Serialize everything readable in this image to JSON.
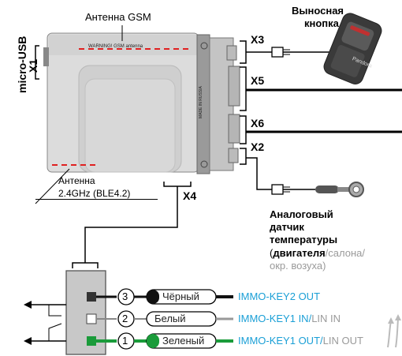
{
  "device": {
    "gsm_antenna_label": "Антенна GSM",
    "warning_label": "WARNING! GSM antenna",
    "made_in": "MADE IN RUSSIA",
    "ble_antenna_line1": "Антенна",
    "ble_antenna_line2": "2.4GHz (BLE4.2)"
  },
  "connectors": {
    "x1": "X1",
    "micro_usb": "micro-USB",
    "x2": "X2",
    "x3": "X3",
    "x4": "X4",
    "x5": "X5",
    "x6": "X6"
  },
  "remote_button": {
    "line1": "Выносная",
    "line2": "кнопка",
    "brand": "Pandora"
  },
  "temp_sensor": {
    "line1": "Аналоговый",
    "line2": "датчик",
    "line3": "температуры",
    "paren_open": "(",
    "opt_engine": "двигателя",
    "slash1": "/",
    "opt_cabin": "салона/",
    "opt_outside": "окр. возуха)"
  },
  "wires": [
    {
      "num": "3",
      "color_name": "Чёрный",
      "signal": "IMMO-KEY2 OUT",
      "signal_suffix": "",
      "color": "#111111"
    },
    {
      "num": "2",
      "color_name": "Белый",
      "signal": "IMMO-KEY1 IN/",
      "signal_suffix": "LIN IN",
      "color": "#bbbbbb"
    },
    {
      "num": "1",
      "color_name": "Зеленый",
      "signal": "IMMO-KEY1 OUT/",
      "signal_suffix": "LIN OUT",
      "color": "#1a9b3a"
    }
  ],
  "colors": {
    "signal_blue": "#1a9fd6",
    "suffix_grey": "#9a9a9a",
    "antenna_red": "#e02020",
    "body_dark": "#4a4a4a",
    "body_light": "#dcdcdc"
  }
}
